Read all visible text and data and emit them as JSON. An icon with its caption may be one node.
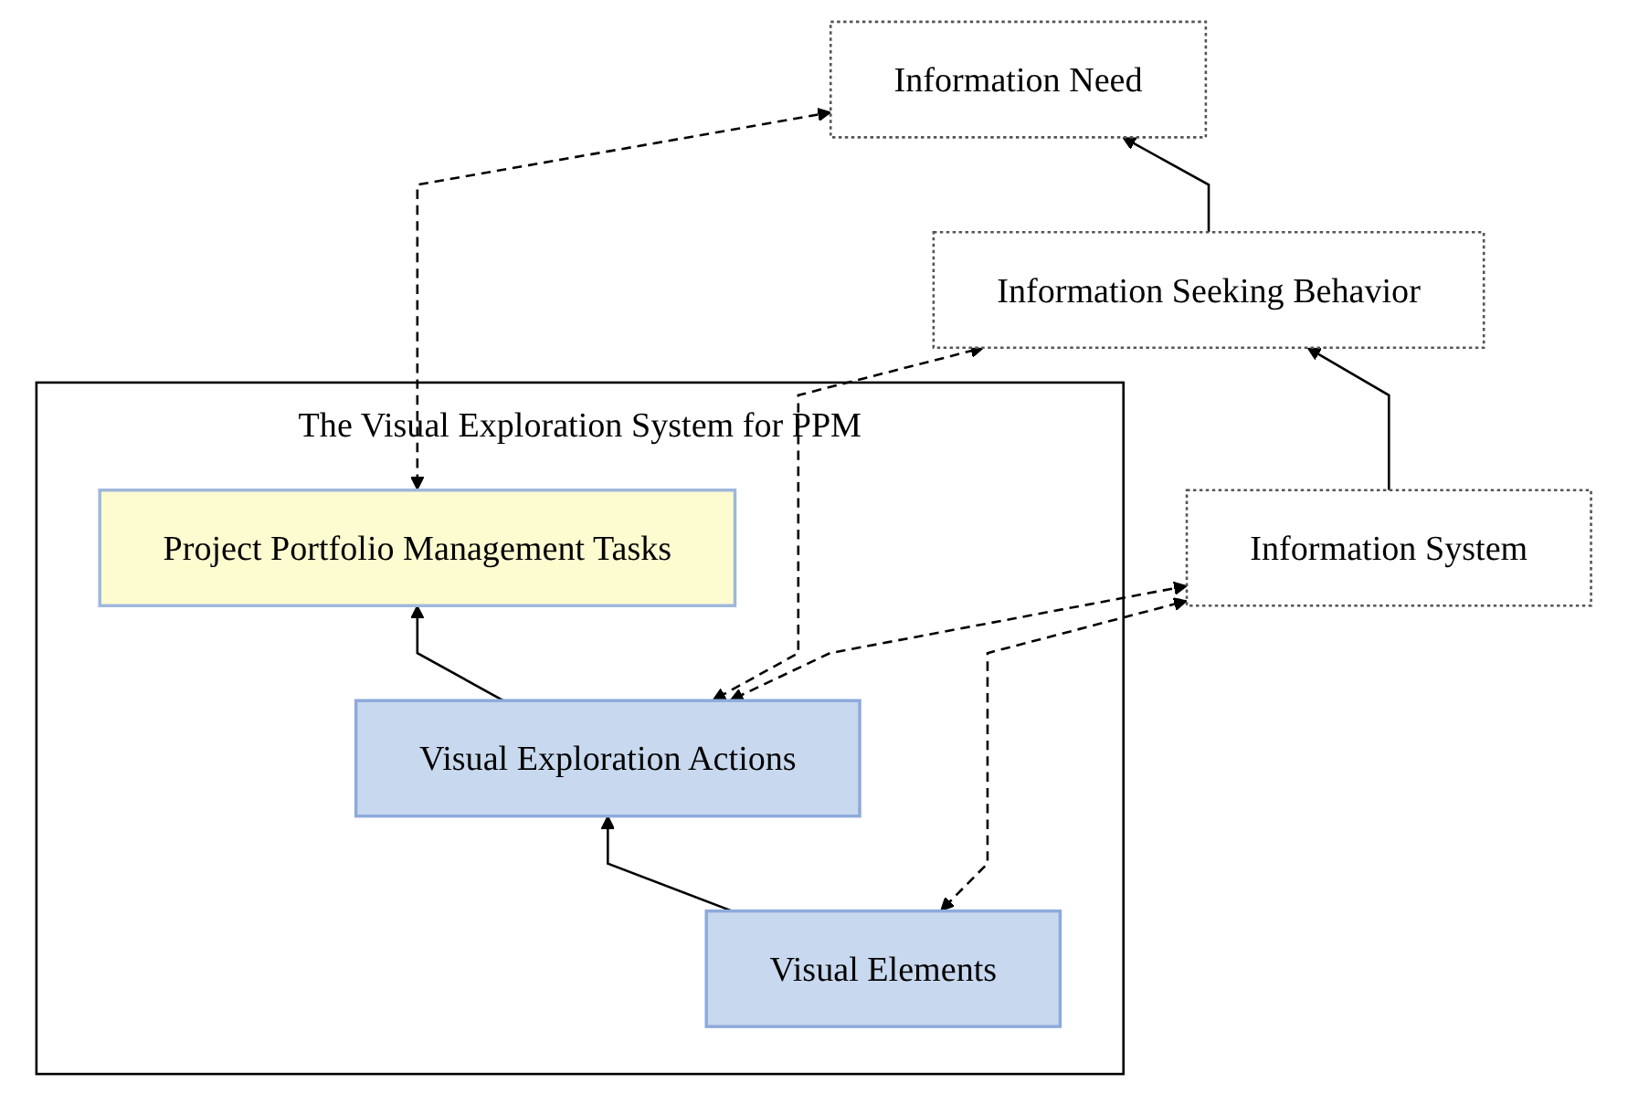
{
  "diagram": {
    "nodes": [
      {
        "text": [
          "The Visual Exploration System for PPM"
        ]
      },
      {
        "text": [
          "Project Portfolio Management Tasks"
        ],
        "in": 0
      },
      {
        "text": [
          "Visual Exploration Actions"
        ],
        "in": 0
      },
      {
        "text": [
          "Visual Elements"
        ],
        "in": 0
      },
      {
        "text": [
          "Information Need"
        ]
      },
      {
        "text": [
          "Information Seeking Behavior"
        ]
      },
      {
        "text": [
          "Information System"
        ]
      }
    ],
    "edges": [
      {
        "from": 2,
        "to": 1,
        "arrow": "to"
      },
      {
        "from": 3,
        "to": 2,
        "arrow": "to"
      },
      {
        "from": 1,
        "to": 4,
        "arrow": "both",
        "style": "dashed"
      },
      {
        "from": 2,
        "to": 5,
        "arrow": "both",
        "style": "dashed"
      },
      {
        "from": 2,
        "to": 6,
        "arrow": "both",
        "style": "dashed"
      },
      {
        "from": 3,
        "to": 6,
        "arrow": "both",
        "style": "dashed"
      },
      {
        "from": 6,
        "to": 5,
        "arrow": "to"
      },
      {
        "from": 5,
        "to": 4,
        "arrow": "to"
      }
    ]
  }
}
